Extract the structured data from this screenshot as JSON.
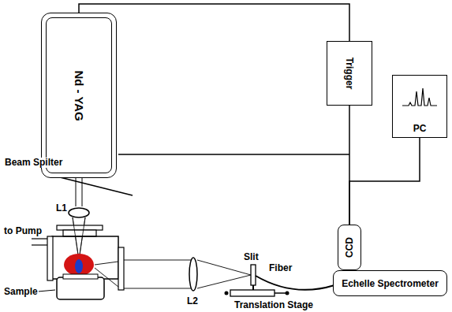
{
  "diagram": {
    "nodes": [
      {
        "text": [
          "Nd - YAG"
        ]
      },
      {
        "text": [
          "Trigger"
        ]
      },
      {
        "text": [
          "PC"
        ]
      },
      {
        "text": [
          "CCD"
        ]
      },
      {
        "text": [
          "Echelle Spectrometer"
        ]
      }
    ],
    "edges": [
      {
        "from": 0,
        "to": 1,
        "arrow": "none"
      },
      {
        "from": 1,
        "to": 3,
        "arrow": "none"
      },
      {
        "from": 2,
        "to": 3,
        "arrow": "none"
      }
    ],
    "labels": [
      "Beam Spilter",
      "L1",
      "to Pump",
      "Sample",
      "L2",
      "Slit",
      "Fiber",
      "Translation Stage"
    ]
  }
}
